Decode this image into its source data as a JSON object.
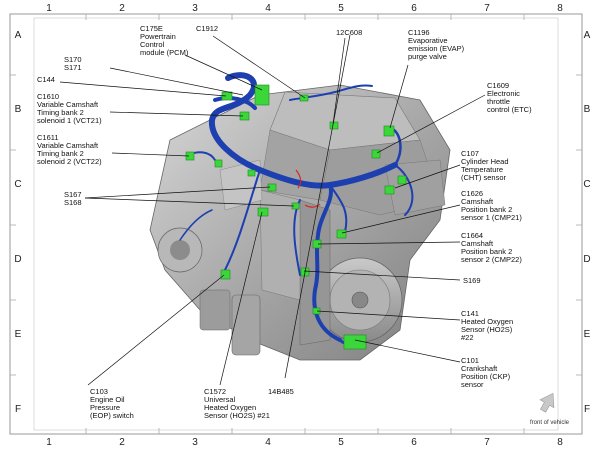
{
  "grid": {
    "columns": [
      "1",
      "2",
      "3",
      "4",
      "5",
      "6",
      "7",
      "8"
    ],
    "rows": [
      "A",
      "B",
      "C",
      "D",
      "E",
      "F"
    ]
  },
  "labels": {
    "c175e": [
      "C175E",
      "Powertrain",
      "Control",
      "module (PCM)"
    ],
    "c1912": [
      "C1912"
    ],
    "c12c608": [
      "12C608"
    ],
    "c1196": [
      "C1196",
      "Evaporative",
      "emission (EVAP)",
      "purge valve"
    ],
    "s170": [
      "S170",
      "S171"
    ],
    "c144": [
      "C144"
    ],
    "c1610": [
      "C1610",
      "Variable Camshaft",
      "Timing bank 2",
      "solenoid 1 (VCT21)"
    ],
    "c1609": [
      "C1609",
      "Electronic",
      "throttle",
      "control (ETC)"
    ],
    "c1611": [
      "C1611",
      "Variable Camshaft",
      "Timing bank 2",
      "solenoid 2 (VCT22)"
    ],
    "c107": [
      "C107",
      "Cylinder Head",
      "Temperature",
      "(CHT) sensor"
    ],
    "s167": [
      "S167",
      "S168"
    ],
    "c1626": [
      "C1626",
      "Camshaft",
      "Position bank 2",
      "sensor 1 (CMP21)"
    ],
    "c1664": [
      "C1664",
      "Camshaft",
      "Position bank 2",
      "sensor 2 (CMP22)"
    ],
    "s169": [
      "S169"
    ],
    "c141": [
      "C141",
      "Heated Oxygen",
      "Sensor (HO2S)",
      "#22"
    ],
    "c101": [
      "C101",
      "Crankshaft",
      "Position (CKP)",
      "sensor"
    ],
    "c103": [
      "C103",
      "Engine Oil",
      "Pressure",
      "(EOP) switch"
    ],
    "c1572": [
      "C1572",
      "Universal",
      "Heated Oxygen",
      "Sensor (HO2S) #21"
    ],
    "c14b485": [
      "14B485"
    ]
  },
  "front_of_vehicle": "front of vehicle",
  "colors": {
    "harness": "#1d3fb0",
    "connector": "#3ad63a",
    "engine": "#9a9a9a",
    "leader": "#111111"
  }
}
